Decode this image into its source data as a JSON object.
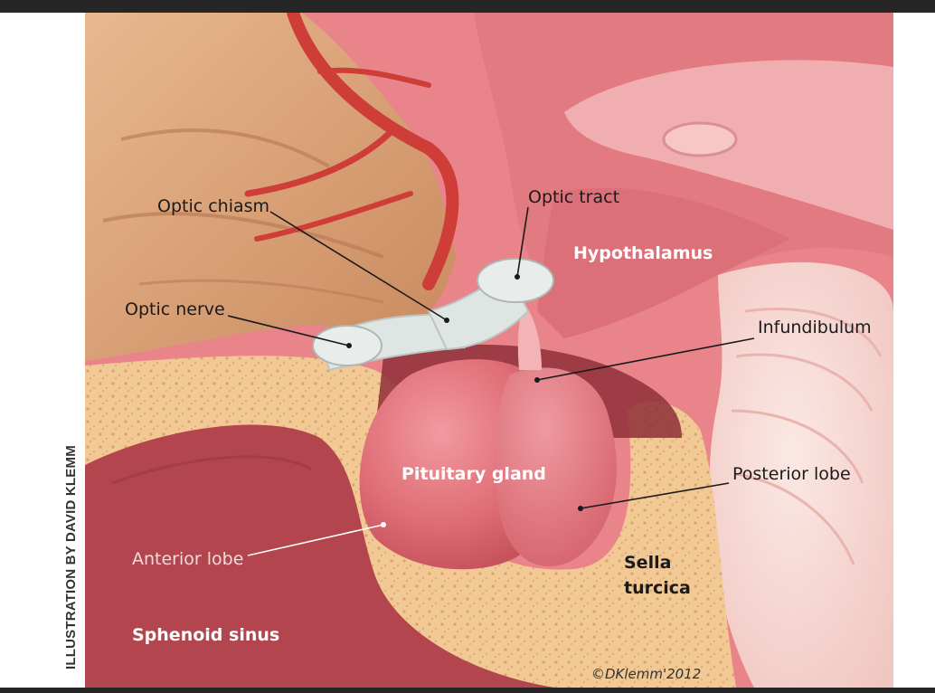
{
  "colors": {
    "frame": "#262626",
    "brain": "#e8848a",
    "brain_deep": "#c95d64",
    "bone": "#f2c895",
    "sinus": "#b2454d",
    "gland": "#e06e76",
    "nerve": "#dfe5e2",
    "artery": "#cf3d38",
    "skin": "#d9a277"
  },
  "labels": {
    "optic_chiasm": "Optic chiasm",
    "optic_tract": "Optic tract",
    "hypothalamus": "Hypothalamus",
    "optic_nerve": "Optic nerve",
    "infundibulum": "Infundibulum",
    "pituitary_gland": "Pituitary gland",
    "posterior_lobe": "Posterior lobe",
    "anterior_lobe": "Anterior lobe",
    "sella_turcica_line1": "Sella",
    "sella_turcica_line2": "turcica",
    "sphenoid_sinus": "Sphenoid sinus"
  },
  "signature": "©DKlemm'2012",
  "credit": "ILLUSTRATION BY DAVID KLEMM"
}
